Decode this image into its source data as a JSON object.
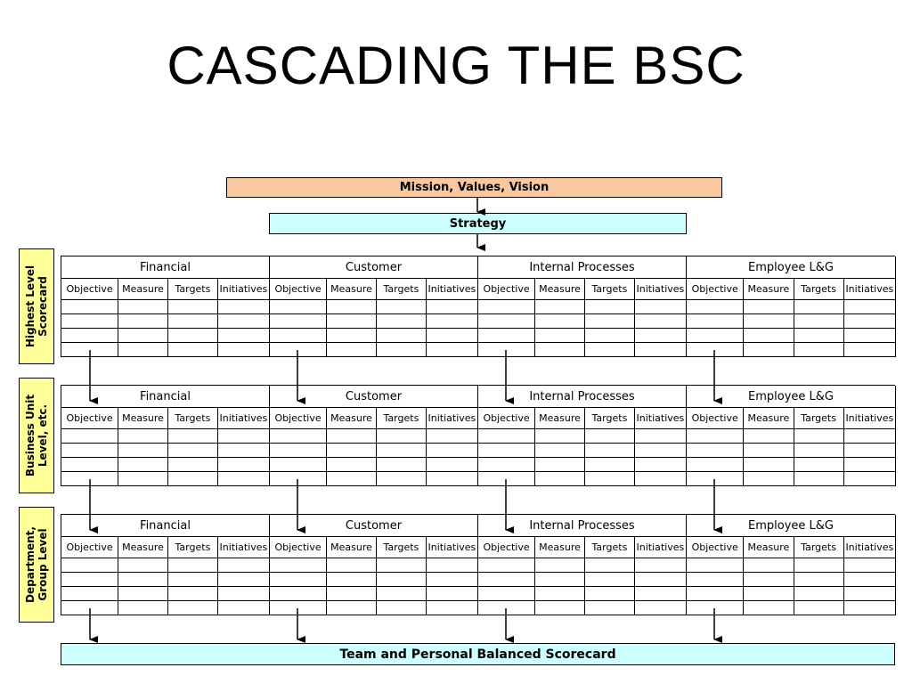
{
  "title": "CASCADING THE BSC",
  "top_boxes": {
    "mission": "Mission, Values, Vision",
    "strategy": "Strategy"
  },
  "bottom_box": "Team and Personal Balanced Scorecard",
  "perspectives": [
    "Financial",
    "Customer",
    "Internal Processes",
    "Employee L&G"
  ],
  "columns": [
    "Objective",
    "Measure",
    "Targets",
    "Initiatives"
  ],
  "levels": [
    {
      "label": "Highest Level\nScorecard"
    },
    {
      "label": "Business Unit\nLevel, etc."
    },
    {
      "label": "Department,\nGroup Level"
    }
  ],
  "colors": {
    "mission_fill": "#FAC89E",
    "strategy_fill": "#CCFFFF",
    "side_fill": "#FFFF99"
  }
}
